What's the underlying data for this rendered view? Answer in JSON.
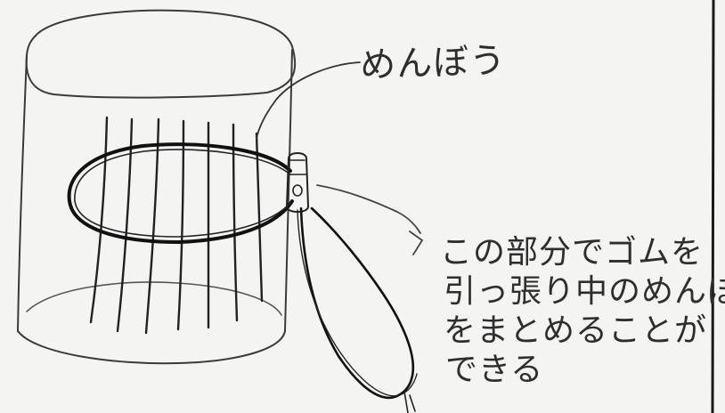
{
  "labels": {
    "menbou": "めんぼう"
  },
  "note": {
    "lines": [
      "この部分でゴムを",
      "引っ張り中のめんぼう",
      "をまとめることが",
      "できる"
    ]
  },
  "colors": {
    "paper": "#f4f4f2",
    "pencil": "#2a2a2a",
    "cup_outline": "#555555"
  }
}
